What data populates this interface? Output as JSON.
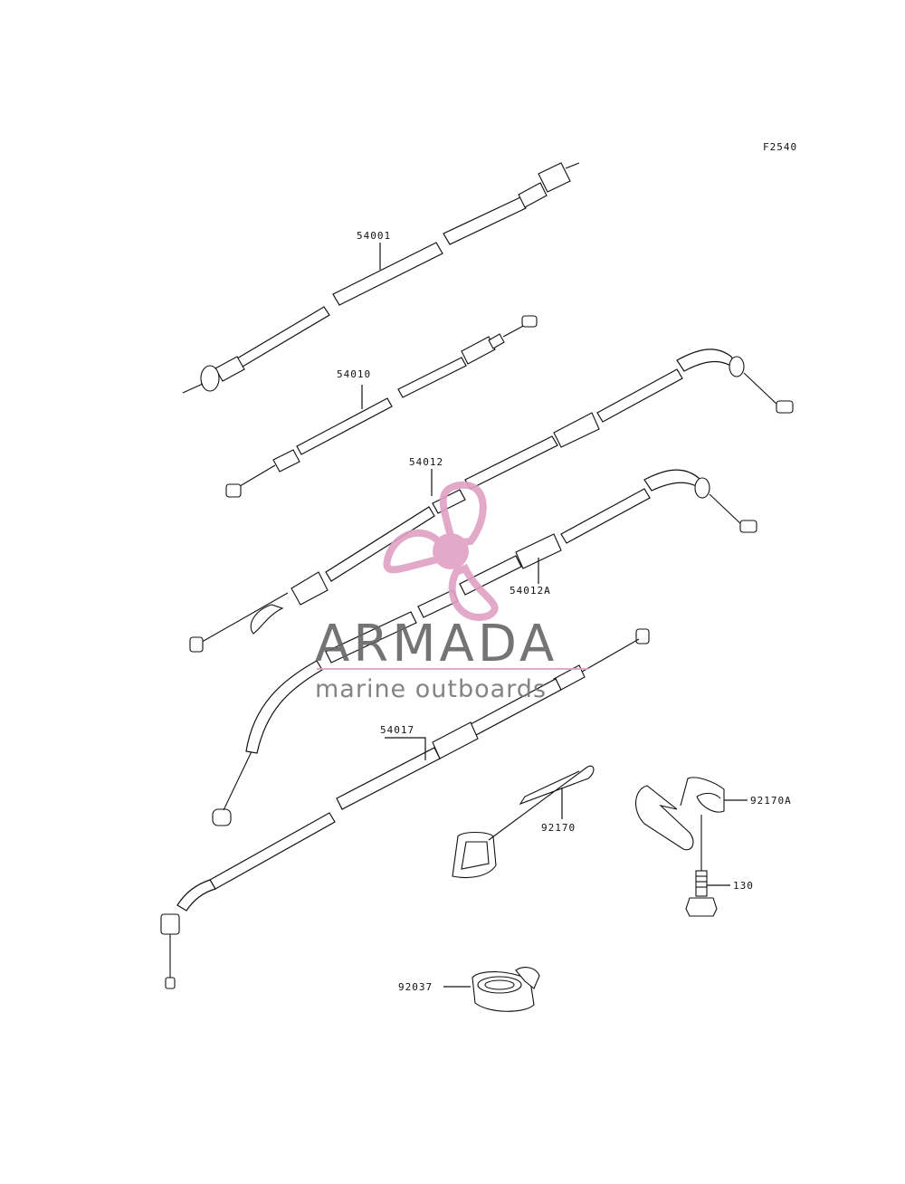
{
  "figure_code": "F2540",
  "parts": [
    {
      "id": "p54001",
      "number": "54001"
    },
    {
      "id": "p54010",
      "number": "54010"
    },
    {
      "id": "p54012",
      "number": "54012"
    },
    {
      "id": "p54012A",
      "number": "54012A"
    },
    {
      "id": "p54017",
      "number": "54017"
    },
    {
      "id": "p92170",
      "number": "92170"
    },
    {
      "id": "p92170A",
      "number": "92170A"
    },
    {
      "id": "p130",
      "number": "130"
    },
    {
      "id": "p92037",
      "number": "92037"
    }
  ],
  "watermark": {
    "brand": "ARMADA",
    "tagline": "marine outboards",
    "accent_color": "#e0a0c4",
    "text_color": "#666666"
  }
}
